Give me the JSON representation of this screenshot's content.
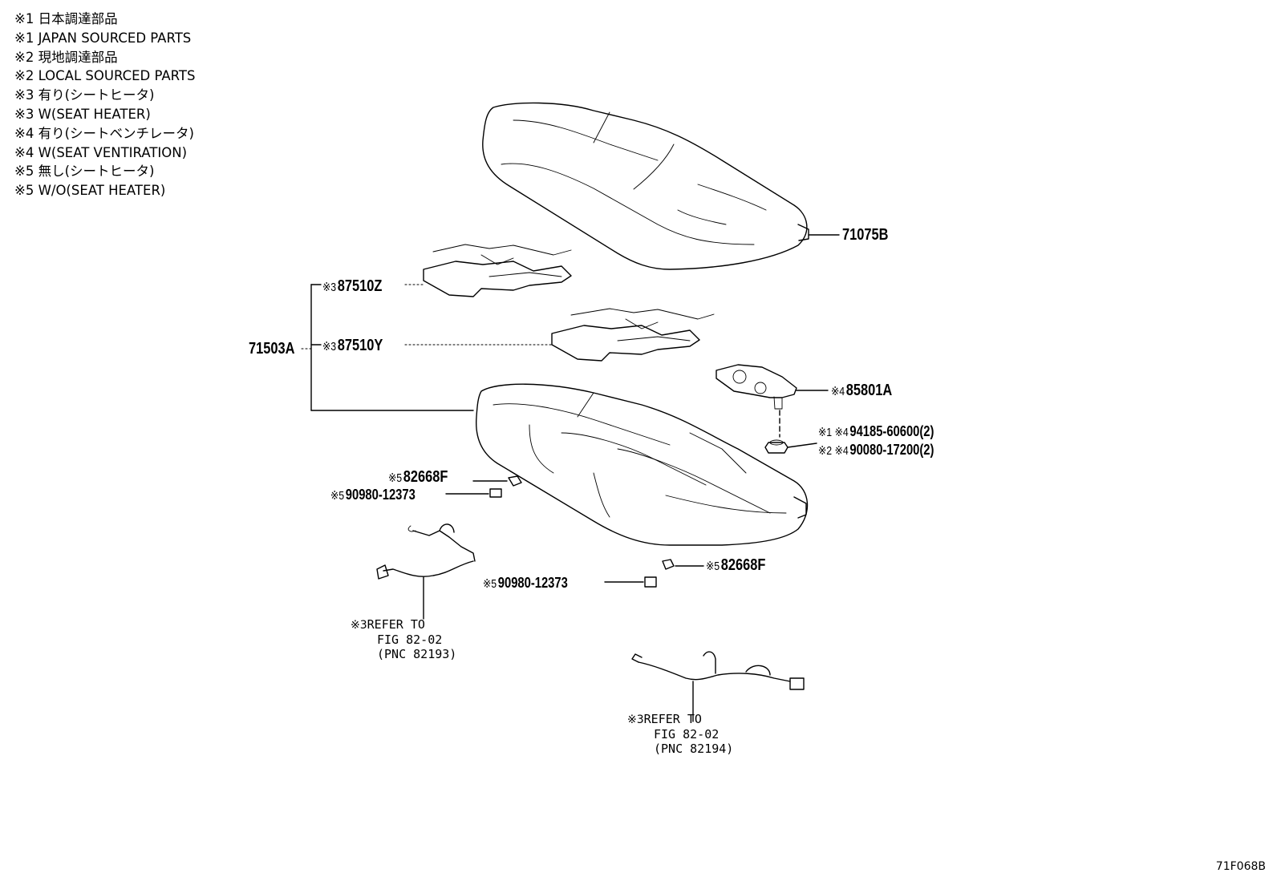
{
  "notes": [
    "※1 日本調達部品",
    "※1 JAPAN SOURCED PARTS",
    "※2 現地調達部品",
    "※2 LOCAL SOURCED PARTS",
    "※3 有り(シートヒータ)",
    "※3 W(SEAT HEATER)",
    "※4 有り(シートベンチレータ)",
    "※4 W(SEAT VENTIRATION)",
    "※5 無し(シートヒータ)",
    "※5 W/O(SEAT HEATER)"
  ],
  "labels": {
    "cover": "71075B",
    "assembly": "71503A",
    "heater_upper_mark": "※3",
    "heater_upper": "87510Z",
    "heater_lower_mark": "※3",
    "heater_lower": "87510Y",
    "vent_mark": "※4",
    "vent": "85801A",
    "nut1_mark": "※1 ※4",
    "nut1": "94185-60600(2)",
    "nut2_mark": "※2 ※4",
    "nut2": "90080-17200(2)",
    "clip_left_mark": "※5",
    "clip_left": "82668F",
    "conn_left_mark": "※5",
    "conn_left": "90980-12373",
    "clip_right_mark": "※5",
    "clip_right": "82668F",
    "conn_right_mark": "※5",
    "conn_right": "90980-12373"
  },
  "refs": [
    {
      "mark": "※3",
      "line1": "REFER TO",
      "line2": "FIG 82-02",
      "line3": "(PNC 82193)"
    },
    {
      "mark": "※3",
      "line1": "REFER TO",
      "line2": "FIG 82-02",
      "line3": "(PNC 82194)"
    }
  ],
  "figure_code": "71F068B"
}
